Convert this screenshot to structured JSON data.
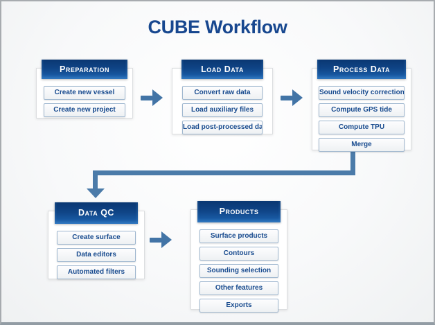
{
  "title": "CUBE Workflow",
  "colors": {
    "title_blue": "#17478f",
    "header_gradient_top": "#0a3772",
    "header_gradient_bottom": "#1d63b0",
    "item_text_blue": "#174a8e",
    "item_border_blue": "#9fb7cf",
    "arrow_blue": "#4274a6",
    "connector_blue": "#4b7ba9",
    "page_border_gray": "#a7abaf"
  },
  "boxes": {
    "preparation": {
      "header": "Preparation",
      "items": [
        "Create new vessel",
        "Create new project"
      ]
    },
    "load_data": {
      "header": "Load Data",
      "items": [
        "Convert raw data",
        "Load auxiliary files",
        "Load post-processed data"
      ]
    },
    "process_data": {
      "header": "Process Data",
      "items": [
        "Sound velocity correction",
        "Compute GPS tide",
        "Compute TPU",
        "Merge"
      ]
    },
    "data_qc": {
      "header": "Data QC",
      "items": [
        "Create surface",
        "Data editors",
        "Automated filters"
      ]
    },
    "products": {
      "header": "Products",
      "items": [
        "Surface products",
        "Contours",
        "Sounding selection",
        "Other features",
        "Exports"
      ]
    }
  }
}
